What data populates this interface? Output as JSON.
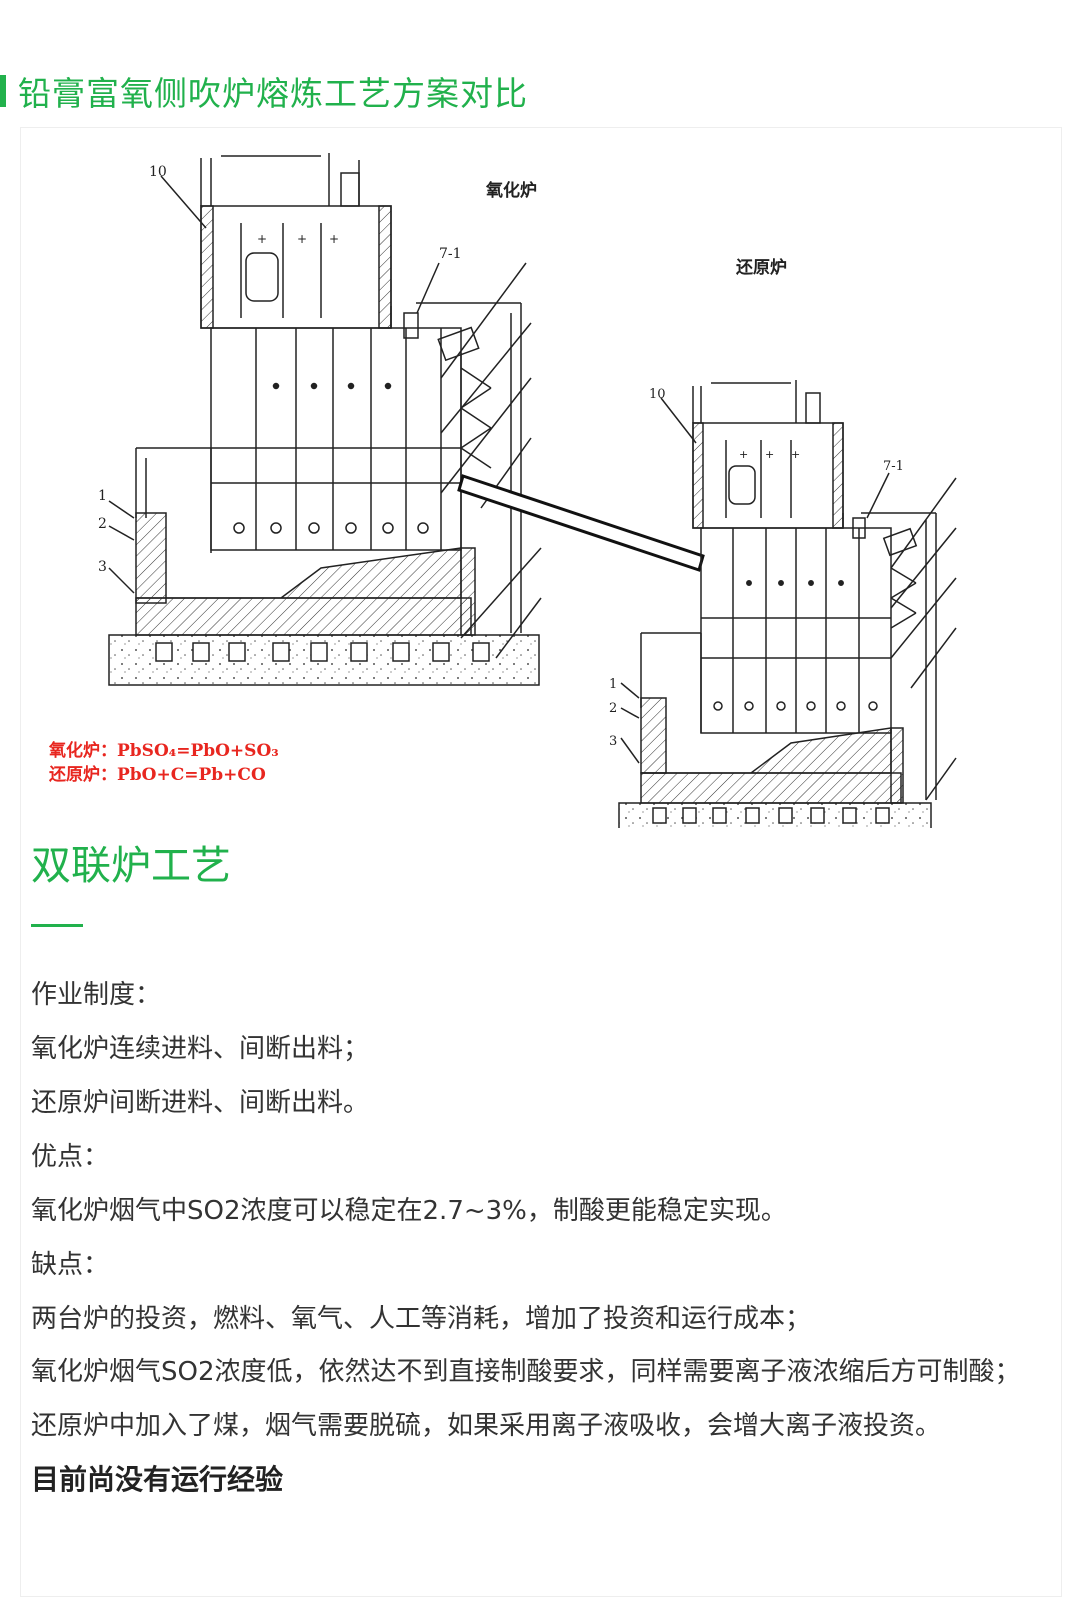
{
  "header": {
    "title": "铅膏富氧侧吹炉熔炼工艺方案对比"
  },
  "diagram": {
    "oxidation_label": "氧化炉",
    "reduction_label": "还原炉",
    "callout_10": "10",
    "callout_7_1": "7-1",
    "callout_1": "1",
    "callout_2": "2",
    "callout_3": "3",
    "formula_oxidation": "氧化炉：PbSO₄=PbO+SO₃",
    "formula_reduction": "还原炉：PbO+C=Pb+CO"
  },
  "section": {
    "title": "双联炉工艺",
    "lines": [
      "作业制度：",
      "氧化炉连续进料、间断出料；",
      "还原炉间断进料、间断出料。",
      "优点：",
      "氧化炉烟气中SO2浓度可以稳定在2.7~3%，制酸更能稳定实现。",
      "缺点：",
      "两台炉的投资，燃料、氧气、人工等消耗，增加了投资和运行成本；",
      "氧化炉烟气SO2浓度低，依然达不到直接制酸要求，同样需要离子液浓缩后方可制酸；",
      "还原炉中加入了煤，烟气需要脱硫，如果采用离子液吸收，会增大离子液投资。"
    ],
    "conclusion": "目前尚没有运行经验"
  },
  "colors": {
    "accent": "#21b14c",
    "formula": "#e8261f",
    "text": "#333333"
  }
}
